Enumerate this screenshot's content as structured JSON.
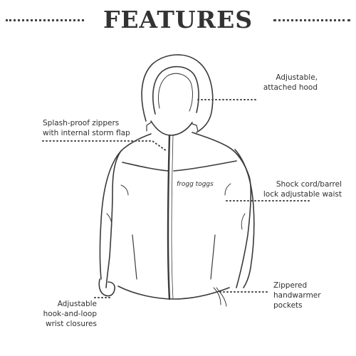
{
  "header": {
    "title": "FEATURES"
  },
  "callouts": [
    {
      "id": "hood",
      "text": "Adjustable,\nattached hood"
    },
    {
      "id": "zippers",
      "text": "Splash-proof zippers\nwith internal storm flap"
    },
    {
      "id": "waist",
      "text": "Shock cord/barrel\nlock adjustable waist"
    },
    {
      "id": "wrist",
      "text": "Adjustable\nhook-and-loop\nwrist closures"
    },
    {
      "id": "pockets",
      "text": "Zippered\nhandwarmer\npockets"
    }
  ],
  "logo": {
    "text": "frogg toggs"
  },
  "colors": {
    "line": "#3a3a3a",
    "text": "#2f2f2f",
    "background": "#ffffff"
  }
}
